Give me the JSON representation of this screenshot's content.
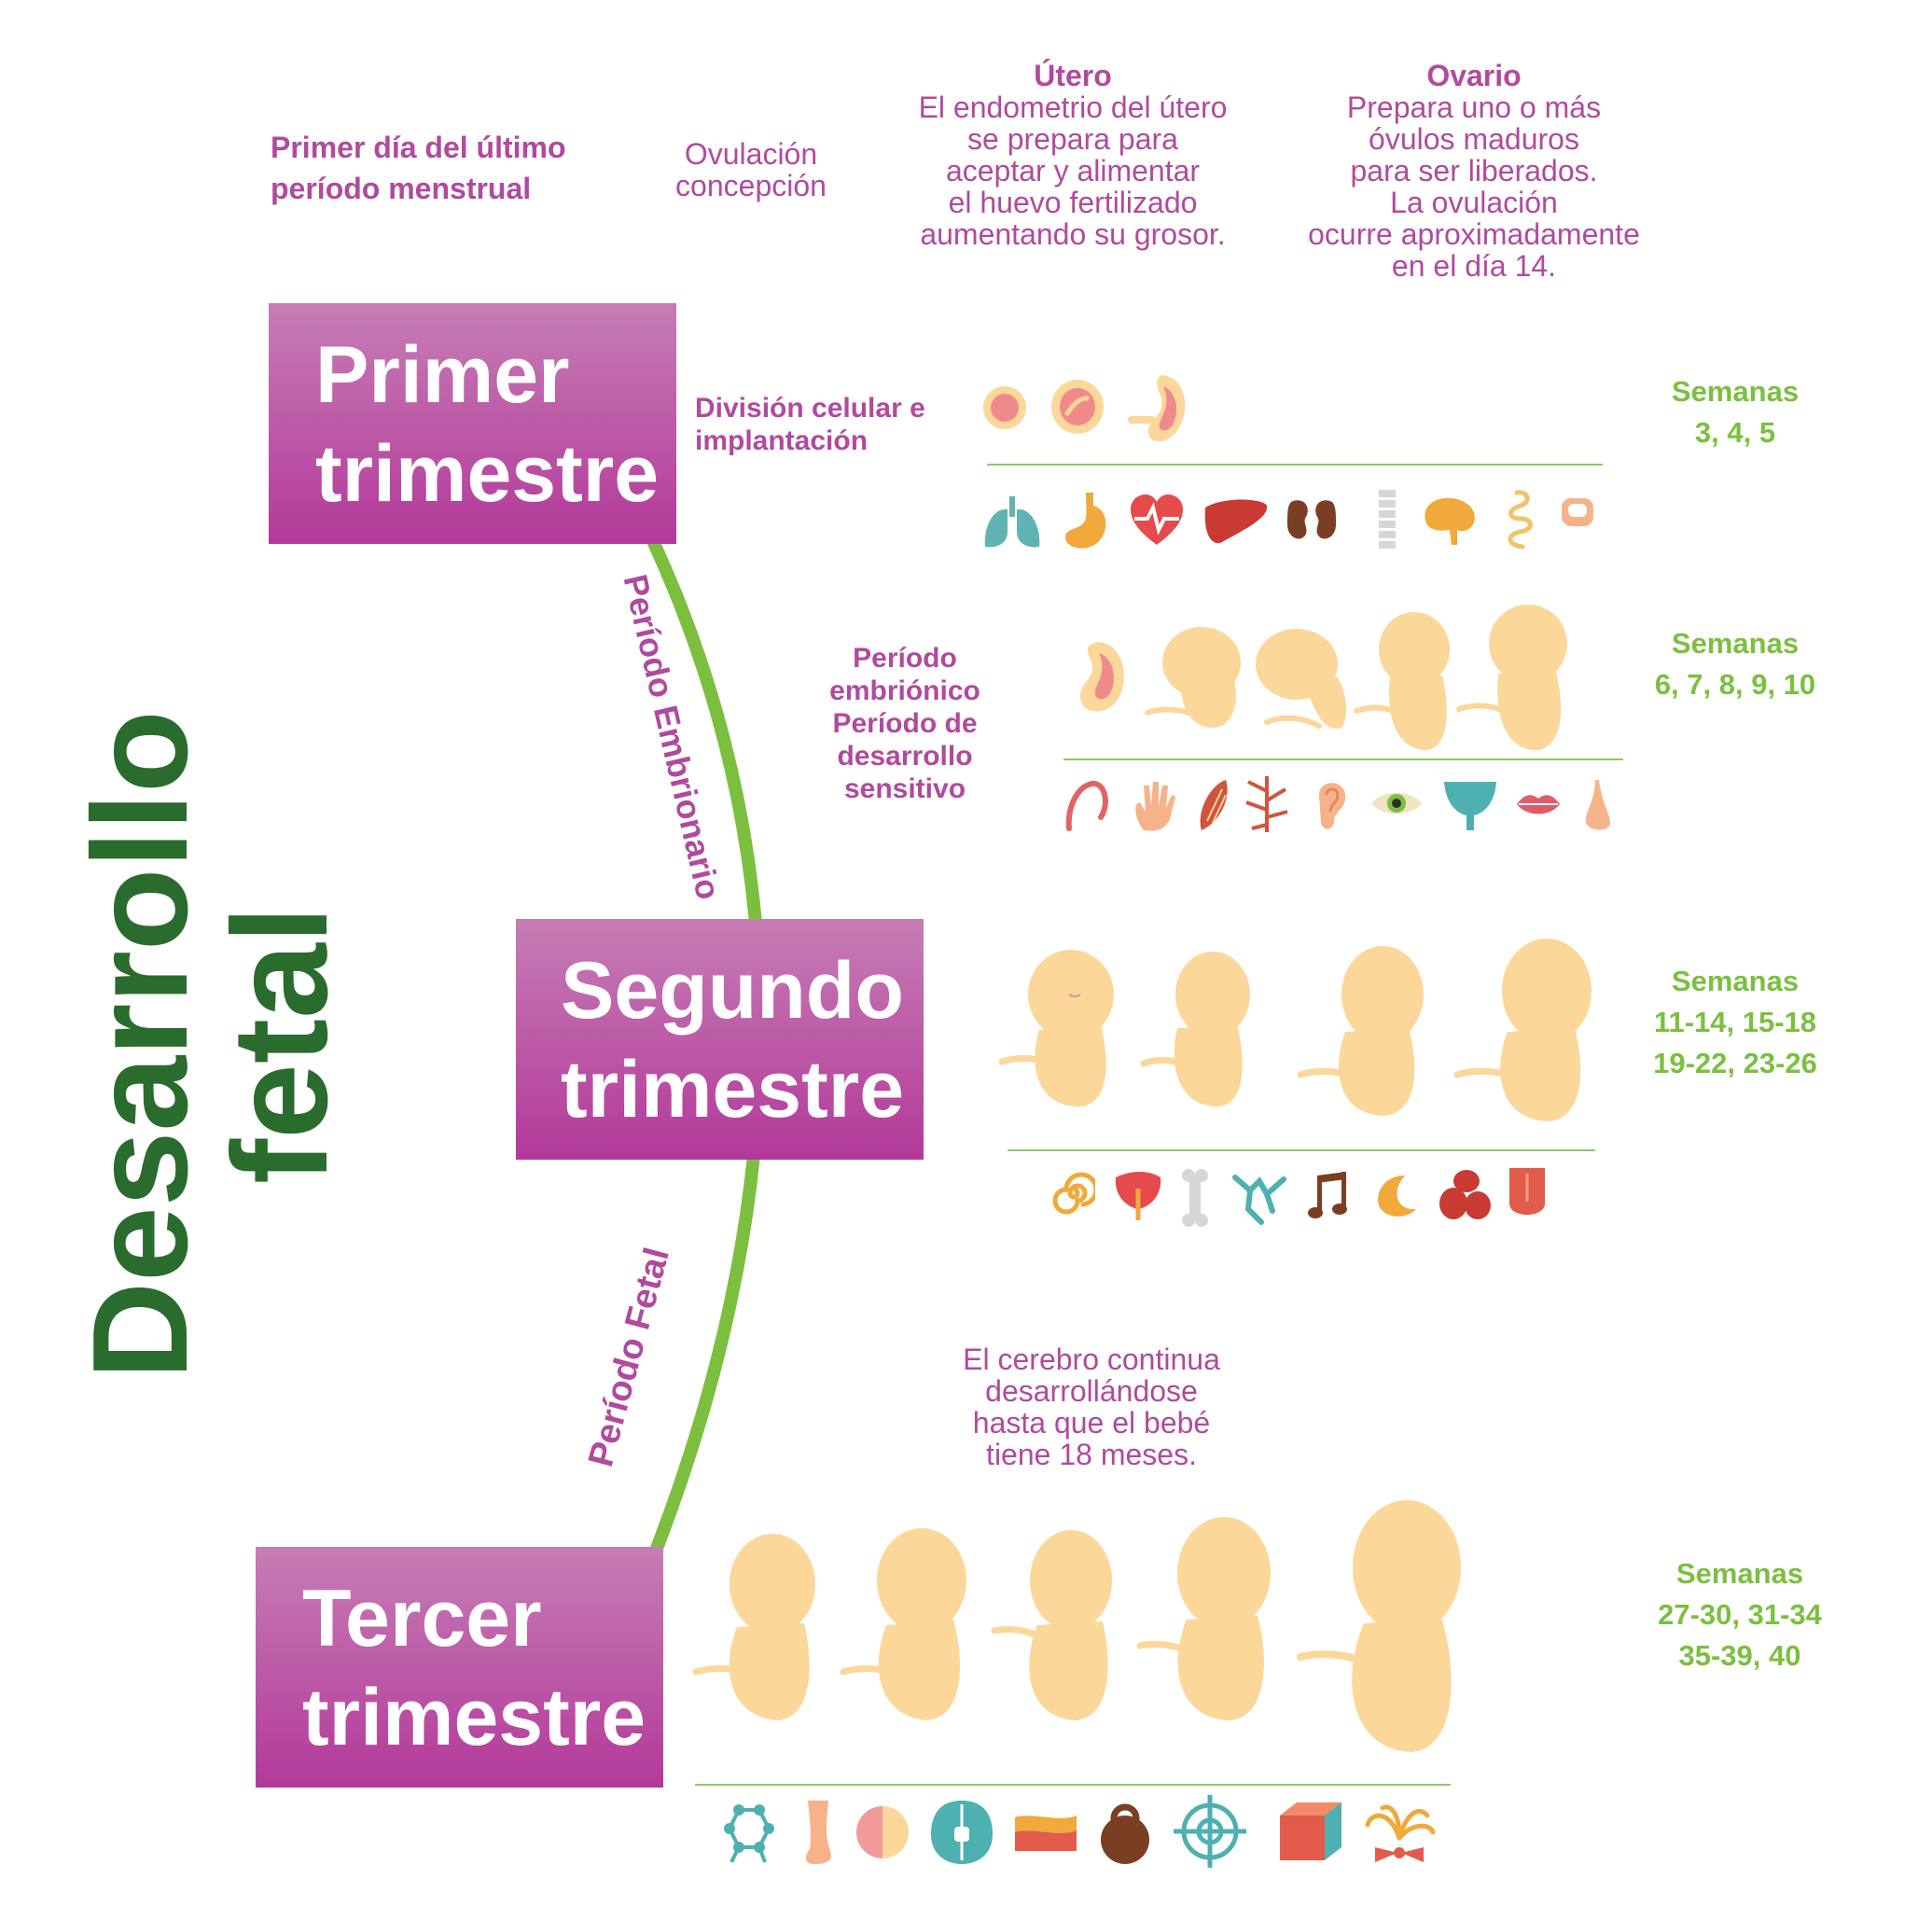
{
  "title": {
    "line1": "Desarrollo",
    "line2": "fetal"
  },
  "top_notes": {
    "first_day": {
      "line1": "Primer día del último",
      "line2": "período menstrual"
    },
    "ovulation": {
      "line1": "Ovulación",
      "line2": "concepción"
    },
    "uterus": {
      "heading": "Útero",
      "lines": [
        "El endometrio del útero",
        "se prepara para",
        "aceptar y alimentar",
        "el huevo fertilizado",
        "aumentando su grosor."
      ]
    },
    "ovary": {
      "heading": "Ovario",
      "lines": [
        "Prepara uno o más",
        "óvulos maduros",
        "para ser liberados.",
        "La ovulación",
        "ocurre aproximadamente",
        "en el día 14."
      ]
    }
  },
  "trimesters": {
    "first": {
      "line1": "Primer",
      "line2": "trimestre"
    },
    "second": {
      "line1": "Segundo",
      "line2": "trimestre"
    },
    "third": {
      "line1": "Tercer",
      "line2": "trimestre"
    }
  },
  "periods": {
    "embryonic": "Período Embrionario",
    "fetal": "Período Fetal"
  },
  "stages": {
    "cell_division": {
      "line1": "División celular e",
      "line2": "implantación"
    },
    "embryonic": {
      "lines": [
        "Período",
        "embriónico",
        "Período de",
        "desarrollo",
        "sensitivo"
      ]
    },
    "brain_note": {
      "lines": [
        "El cerebro continua",
        "desarrollándose",
        "hasta que el bebé",
        "tiene 18 meses."
      ]
    }
  },
  "weeks": {
    "w1": {
      "label": "Semanas",
      "lines": [
        "3, 4, 5"
      ]
    },
    "w2": {
      "label": "Semanas",
      "lines": [
        "6, 7, 8, 9, 10"
      ]
    },
    "w3": {
      "label": "Semanas",
      "lines": [
        "11-14, 15-18",
        "19-22, 23-26"
      ]
    },
    "w4": {
      "label": "Semanas",
      "lines": [
        "27-30, 31-34",
        "35-39, 40"
      ]
    }
  },
  "icons": {
    "row1": [
      "lungs-icon",
      "stomach-icon",
      "heart-icon",
      "liver-icon",
      "kidneys-icon",
      "spine-icon",
      "brain-icon",
      "intestine-icon",
      "nail-icon"
    ],
    "row2": [
      "arm-icon",
      "hand-icon",
      "muscle-icon",
      "nerves-icon",
      "ear-icon",
      "eye-icon",
      "bladder-icon",
      "lips-icon",
      "nose-icon"
    ],
    "row3": [
      "cochlea-icon",
      "pancreas-icon",
      "bone-icon",
      "branch-icon",
      "music-note-icon",
      "moon-icon",
      "blood-cells-icon",
      "tongue-icon"
    ],
    "row4": [
      "molecule-icon",
      "leg-icon",
      "half-circle-icon",
      "brain-top-icon",
      "fat-layer-icon",
      "weight-icon",
      "target-icon",
      "cube-icon",
      "hair-bow-icon"
    ]
  },
  "colors": {
    "pink": "#b04a9e",
    "green_title": "#2a6b2e",
    "green_accent": "#7cbf3f",
    "box_top": "#c67db5",
    "box_bottom": "#b3399a",
    "fetus": "#fbd79a"
  }
}
